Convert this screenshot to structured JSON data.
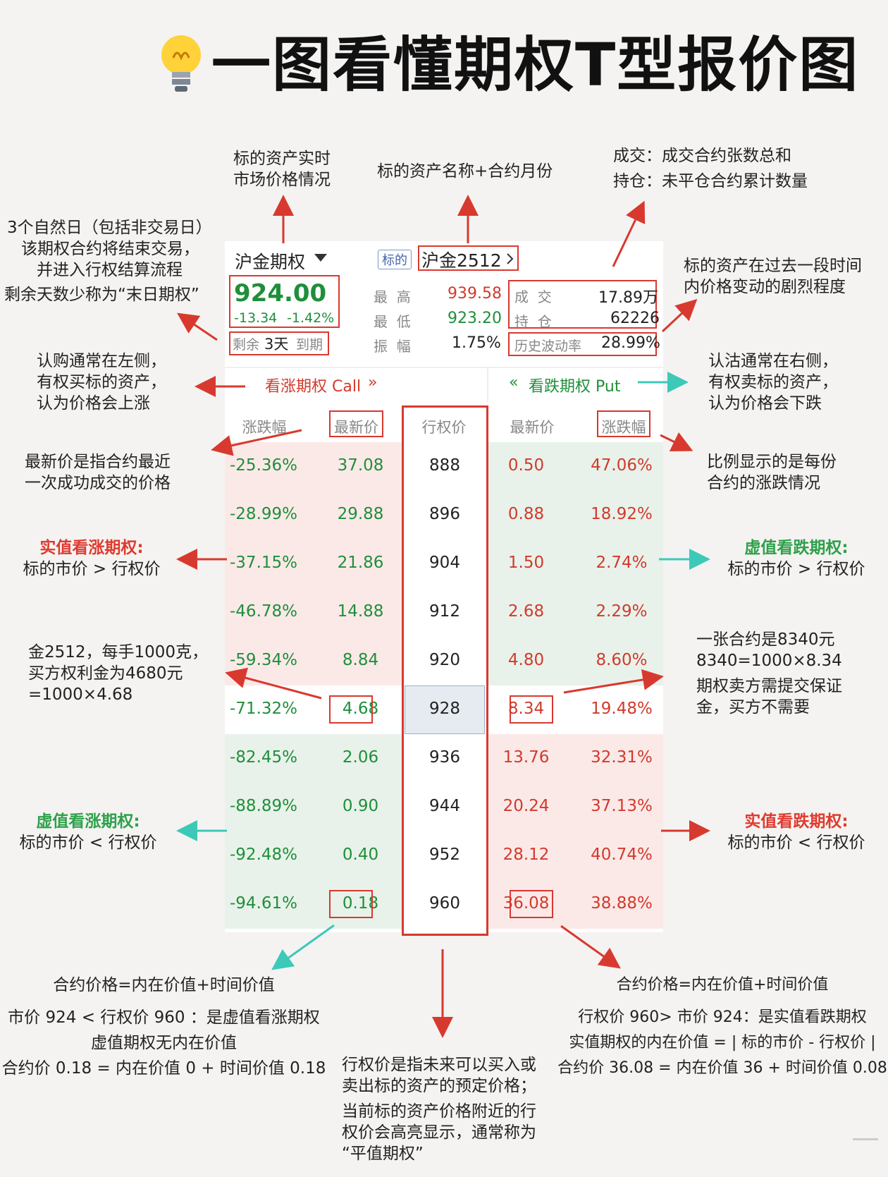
{
  "title": "一图看懂期权T型报价图",
  "header_app": {
    "product": "沪金期权",
    "underlying_tag": "标的",
    "underlying": "沪金2512",
    "price": "924.00",
    "change": "-13.34",
    "change_pct": "-1.42%",
    "remaining_prefix": "剩余",
    "remaining_days": "3天",
    "remaining_suffix": "到期",
    "high_label": "最  高",
    "high": "939.58",
    "low_label": "最  低",
    "low": "923.20",
    "amp_label": "振  幅",
    "amp": "1.75%",
    "vol_label": "成  交",
    "vol": "17.89万",
    "oi_label": "持  仓",
    "oi": "62226",
    "hv_label": "历史波动率",
    "hv": "28.99%",
    "call_tab": "看涨期权 Call",
    "put_tab": "看跌期权 Put"
  },
  "table": {
    "headers": {
      "call_change": "涨跌幅",
      "call_last": "最新价",
      "strike": "行权价",
      "put_last": "最新价",
      "put_change": "涨跌幅"
    },
    "rows": [
      {
        "call_change": "-25.36%",
        "call_last": "37.08",
        "strike": "888",
        "put_last": "0.50",
        "put_change": "47.06%"
      },
      {
        "call_change": "-28.99%",
        "call_last": "29.88",
        "strike": "896",
        "put_last": "0.88",
        "put_change": "18.92%"
      },
      {
        "call_change": "-37.15%",
        "call_last": "21.86",
        "strike": "904",
        "put_last": "1.50",
        "put_change": "2.74%"
      },
      {
        "call_change": "-46.78%",
        "call_last": "14.88",
        "strike": "912",
        "put_last": "2.68",
        "put_change": "2.29%"
      },
      {
        "call_change": "-59.34%",
        "call_last": "8.84",
        "strike": "920",
        "put_last": "4.80",
        "put_change": "8.60%"
      },
      {
        "call_change": "-71.32%",
        "call_last": "4.68",
        "strike": "928",
        "put_last": "8.34",
        "put_change": "19.48%"
      },
      {
        "call_change": "-82.45%",
        "call_last": "2.06",
        "strike": "936",
        "put_last": "13.76",
        "put_change": "32.31%"
      },
      {
        "call_change": "-88.89%",
        "call_last": "0.90",
        "strike": "944",
        "put_last": "20.24",
        "put_change": "37.13%"
      },
      {
        "call_change": "-92.48%",
        "call_last": "0.40",
        "strike": "952",
        "put_last": "28.12",
        "put_change": "40.74%"
      },
      {
        "call_change": "-94.61%",
        "call_last": "0.18",
        "strike": "960",
        "put_last": "36.08",
        "put_change": "38.88%"
      }
    ]
  },
  "notes": {
    "realtime_1": "标的资产实时",
    "realtime_2": "市场价格情况",
    "name_month": "标的资产名称+合约月份",
    "vol_def": "成交：成交合约张数总和",
    "oi_def": "持仓：未平仓合约累计数量",
    "days_1": "3个自然日（包括非交易日）",
    "days_2": "该期权合约将结束交易，",
    "days_3": "并进入行权结算流程",
    "days_4": "剩余天数少称为“末日期权”",
    "hv_1": "标的资产在过去一段时间",
    "hv_2": "内价格变动的剧烈程度",
    "call_side_1": "认购通常在左侧，",
    "call_side_2": "有权买标的资产，",
    "call_side_3": "认为价格会上涨",
    "put_side_1": "认沽通常在右侧，",
    "put_side_2": "有权卖标的资产，",
    "put_side_3": "认为价格会下跌",
    "last_def_1": "最新价是指合约最近",
    "last_def_2": "一次成功成交的价格",
    "ratio_1": "比例显示的是每份",
    "ratio_2": "合约的涨跌情况",
    "itm_call_title": "实值看涨期权:",
    "itm_call_body": "标的市价 > 行权价",
    "otm_put_title": "虚值看跌期权:",
    "otm_put_body": "标的市价 > 行权价",
    "gold_1": "金2512，每手1000克，",
    "gold_2": "买方权利金为4680元",
    "gold_3": "=1000×4.68",
    "contract_1": "一张合约是8340元",
    "contract_2": "8340=1000×8.34",
    "contract_3": "期权卖方需提交保证",
    "contract_4": "金，买方不需要",
    "otm_call_title": "虚值看涨期权:",
    "otm_call_body": "标的市价 < 行权价",
    "itm_put_title": "实值看跌期权:",
    "itm_put_body": "标的市价 < 行权价",
    "left_bottom_1": "合约价格=内在价值+时间价值",
    "left_bottom_2": "市价 924 < 行权价 960 ：是虚值看涨期权",
    "left_bottom_3": "虚值期权无内在价值",
    "left_bottom_4": "合约价 0.18 = 内在价值 0 + 时间价值 0.18",
    "right_bottom_1": "合约价格=内在价值+时间价值",
    "right_bottom_2": "行权价 960> 市价 924：是实值看跌期权",
    "right_bottom_3": "实值期权的内在价值 = | 标的市价 - 行权价 |",
    "right_bottom_4": "合约价 36.08 = 内在价值 36 + 时间价值 0.08",
    "strike_def_1": "行权价是指未来可以买入或",
    "strike_def_2": "卖出标的资产的预定价格；",
    "strike_def_3": "当前标的资产价格附近的行",
    "strike_def_4": "权价会高亮显示，通常称为",
    "strike_def_5": "“平值期权”"
  },
  "colors": {
    "red": "#d23a2c",
    "green": "#1f8f3a",
    "teal_arrow": "#3cc9b8",
    "itm_call_bg": "#fbe9e8",
    "otm_bg": "#e8f2ea"
  }
}
